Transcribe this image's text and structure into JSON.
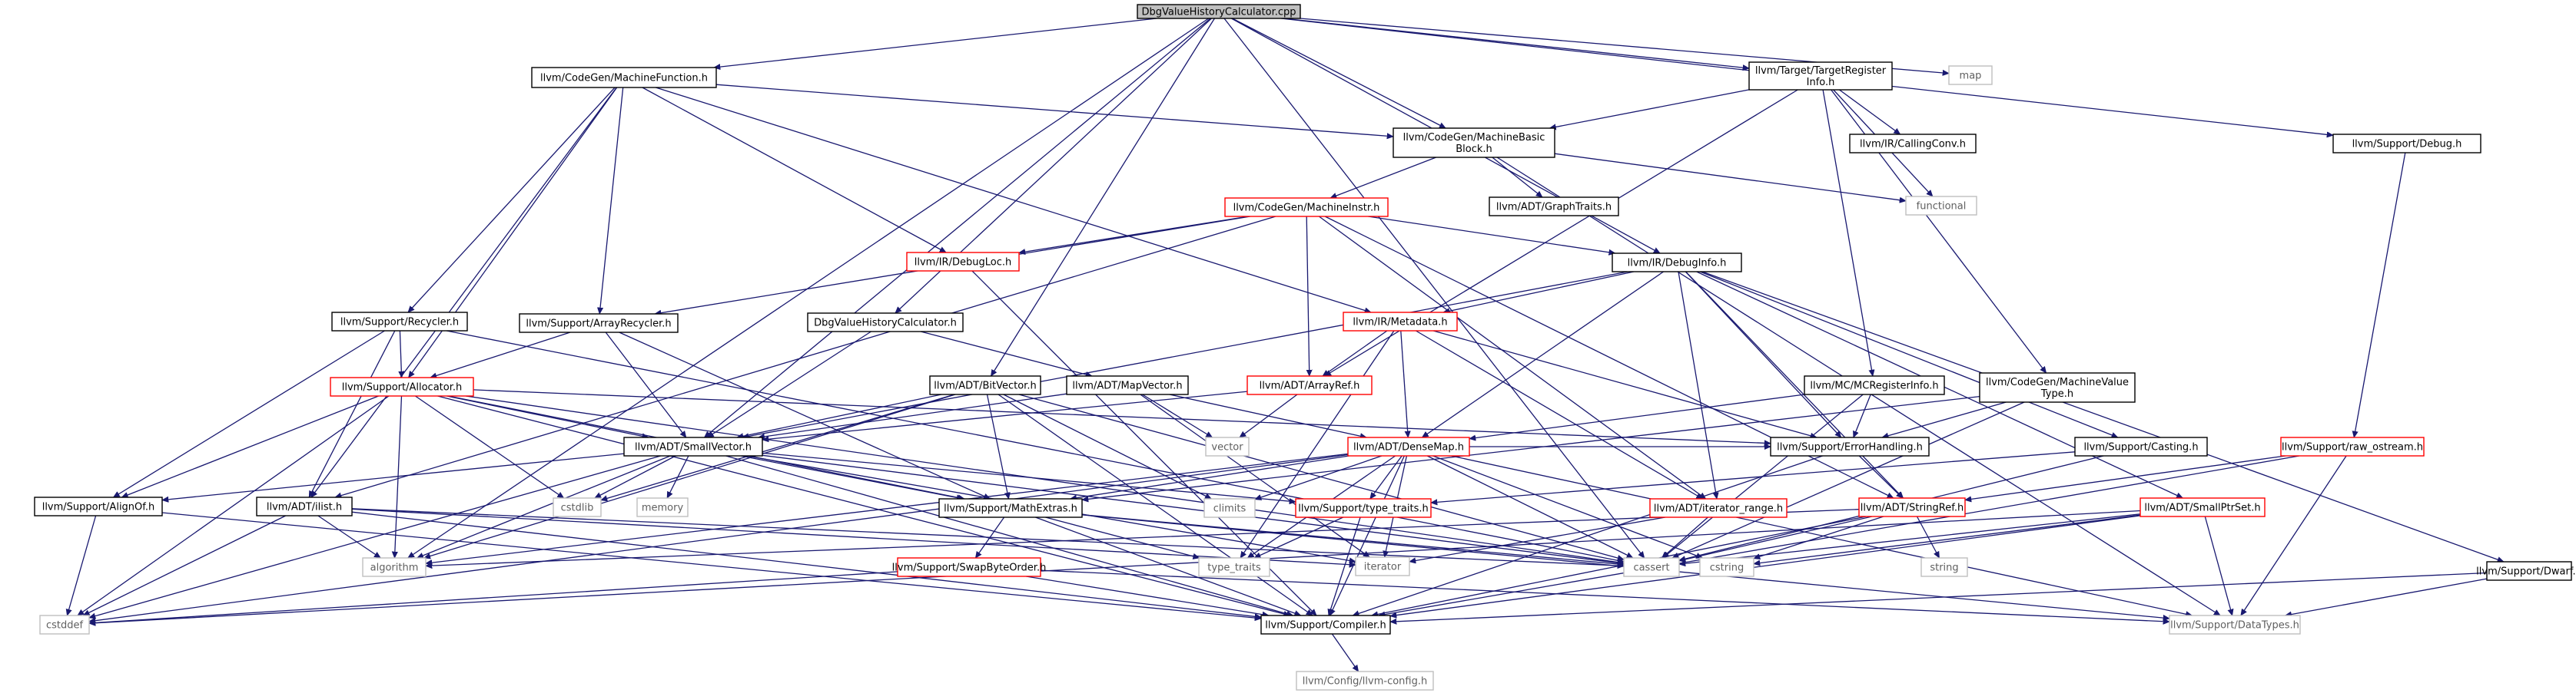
{
  "graph": {
    "colors": {
      "edge": "#191970",
      "root_fill": "#bfbfbf",
      "black": "#000000",
      "red": "#ff0000",
      "gray": "#bfbfbf",
      "text": "#000000",
      "gray_text": "#5f5f5f"
    },
    "nodes": [
      {
        "id": "root",
        "lines": [
          "DbgValueHistoryCalculator.cpp"
        ],
        "style": "root"
      },
      {
        "id": "mf",
        "lines": [
          "llvm/CodeGen/MachineFunction.h"
        ],
        "style": "black"
      },
      {
        "id": "tri",
        "lines": [
          "llvm/Target/TargetRegister",
          "Info.h"
        ],
        "style": "black"
      },
      {
        "id": "map",
        "lines": [
          "map"
        ],
        "style": "gray"
      },
      {
        "id": "dbg",
        "lines": [
          "llvm/Support/Debug.h"
        ],
        "style": "black"
      },
      {
        "id": "mbb",
        "lines": [
          "llvm/CodeGen/MachineBasic",
          "Block.h"
        ],
        "style": "black"
      },
      {
        "id": "cc",
        "lines": [
          "llvm/IR/CallingConv.h"
        ],
        "style": "black"
      },
      {
        "id": "functional",
        "lines": [
          "functional"
        ],
        "style": "gray"
      },
      {
        "id": "gt",
        "lines": [
          "llvm/ADT/GraphTraits.h"
        ],
        "style": "black"
      },
      {
        "id": "mi",
        "lines": [
          "llvm/CodeGen/MachineInstr.h"
        ],
        "style": "red"
      },
      {
        "id": "dl",
        "lines": [
          "llvm/IR/DebugLoc.h"
        ],
        "style": "red"
      },
      {
        "id": "di",
        "lines": [
          "llvm/IR/DebugInfo.h"
        ],
        "style": "black"
      },
      {
        "id": "rec",
        "lines": [
          "llvm/Support/Recycler.h"
        ],
        "style": "black"
      },
      {
        "id": "arec",
        "lines": [
          "llvm/Support/ArrayRecycler.h"
        ],
        "style": "black"
      },
      {
        "id": "dvhc",
        "lines": [
          "DbgValueHistoryCalculator.h"
        ],
        "style": "black"
      },
      {
        "id": "md",
        "lines": [
          "llvm/IR/Metadata.h"
        ],
        "style": "red"
      },
      {
        "id": "alloc",
        "lines": [
          "llvm/Support/Allocator.h"
        ],
        "style": "red"
      },
      {
        "id": "bv",
        "lines": [
          "llvm/ADT/BitVector.h"
        ],
        "style": "black"
      },
      {
        "id": "mv",
        "lines": [
          "llvm/ADT/MapVector.h"
        ],
        "style": "black"
      },
      {
        "id": "ar",
        "lines": [
          "llvm/ADT/ArrayRef.h"
        ],
        "style": "red"
      },
      {
        "id": "mcri",
        "lines": [
          "llvm/MC/MCRegisterInfo.h"
        ],
        "style": "black"
      },
      {
        "id": "mvt",
        "lines": [
          "llvm/CodeGen/MachineValue",
          "Type.h"
        ],
        "style": "black"
      },
      {
        "id": "vector",
        "lines": [
          "vector"
        ],
        "style": "gray"
      },
      {
        "id": "sv",
        "lines": [
          "llvm/ADT/SmallVector.h"
        ],
        "style": "black"
      },
      {
        "id": "dm",
        "lines": [
          "llvm/ADT/DenseMap.h"
        ],
        "style": "red"
      },
      {
        "id": "eh",
        "lines": [
          "llvm/Support/ErrorHandling.h"
        ],
        "style": "black"
      },
      {
        "id": "cast",
        "lines": [
          "llvm/Support/Casting.h"
        ],
        "style": "black"
      },
      {
        "id": "ro",
        "lines": [
          "llvm/Support/raw_ostream.h"
        ],
        "style": "red"
      },
      {
        "id": "alignof",
        "lines": [
          "llvm/Support/AlignOf.h"
        ],
        "style": "black"
      },
      {
        "id": "ilist",
        "lines": [
          "llvm/ADT/ilist.h"
        ],
        "style": "black"
      },
      {
        "id": "cstdlib",
        "lines": [
          "cstdlib"
        ],
        "style": "gray"
      },
      {
        "id": "memory",
        "lines": [
          "memory"
        ],
        "style": "gray"
      },
      {
        "id": "me",
        "lines": [
          "llvm/Support/MathExtras.h"
        ],
        "style": "black"
      },
      {
        "id": "climits",
        "lines": [
          "climits"
        ],
        "style": "gray"
      },
      {
        "id": "tt",
        "lines": [
          "llvm/Support/type_traits.h"
        ],
        "style": "red"
      },
      {
        "id": "ir",
        "lines": [
          "llvm/ADT/iterator_range.h"
        ],
        "style": "red"
      },
      {
        "id": "sr",
        "lines": [
          "llvm/ADT/StringRef.h"
        ],
        "style": "red"
      },
      {
        "id": "sps",
        "lines": [
          "llvm/ADT/SmallPtrSet.h"
        ],
        "style": "red"
      },
      {
        "id": "dwarf",
        "lines": [
          "llvm/Support/Dwarf.h"
        ],
        "style": "black"
      },
      {
        "id": "algorithm",
        "lines": [
          "algorithm"
        ],
        "style": "gray"
      },
      {
        "id": "type_traits",
        "lines": [
          "type_traits"
        ],
        "style": "gray"
      },
      {
        "id": "iterator",
        "lines": [
          "iterator"
        ],
        "style": "gray"
      },
      {
        "id": "cassert",
        "lines": [
          "cassert"
        ],
        "style": "gray"
      },
      {
        "id": "cstring",
        "lines": [
          "cstring"
        ],
        "style": "gray"
      },
      {
        "id": "string",
        "lines": [
          "string"
        ],
        "style": "gray"
      },
      {
        "id": "sbo",
        "lines": [
          "llvm/Support/SwapByteOrder.h"
        ],
        "style": "red"
      },
      {
        "id": "cstddef",
        "lines": [
          "cstddef"
        ],
        "style": "gray"
      },
      {
        "id": "comp",
        "lines": [
          "llvm/Support/Compiler.h"
        ],
        "style": "black"
      },
      {
        "id": "dt",
        "lines": [
          "llvm/Support/DataTypes.h"
        ],
        "style": "gray"
      },
      {
        "id": "cfg",
        "lines": [
          "llvm/Config/llvm-config.h"
        ],
        "style": "gray"
      }
    ],
    "edges": [
      [
        "root",
        "mf"
      ],
      [
        "root",
        "tri"
      ],
      [
        "root",
        "map"
      ],
      [
        "root",
        "dbg"
      ],
      [
        "root",
        "mbb"
      ],
      [
        "root",
        "di"
      ],
      [
        "root",
        "dvhc"
      ],
      [
        "root",
        "bv"
      ],
      [
        "root",
        "sv"
      ],
      [
        "root",
        "algorithm"
      ],
      [
        "root",
        "cassert"
      ],
      [
        "mf",
        "mbb"
      ],
      [
        "mf",
        "dl"
      ],
      [
        "mf",
        "md"
      ],
      [
        "mf",
        "rec"
      ],
      [
        "mf",
        "arec"
      ],
      [
        "mf",
        "alloc"
      ],
      [
        "mf",
        "ilist"
      ],
      [
        "tri",
        "mbb"
      ],
      [
        "tri",
        "cc"
      ],
      [
        "tri",
        "functional"
      ],
      [
        "tri",
        "ar"
      ],
      [
        "tri",
        "mcri"
      ],
      [
        "tri",
        "mvt"
      ],
      [
        "dbg",
        "ro"
      ],
      [
        "mbb",
        "functional"
      ],
      [
        "mbb",
        "gt"
      ],
      [
        "mbb",
        "mi"
      ],
      [
        "mbb",
        "dt"
      ],
      [
        "mi",
        "dl"
      ],
      [
        "mi",
        "di"
      ],
      [
        "mi",
        "arec"
      ],
      [
        "mi",
        "ar"
      ],
      [
        "mi",
        "ilist"
      ],
      [
        "mi",
        "ir"
      ],
      [
        "mi",
        "sr"
      ],
      [
        "dl",
        "comp"
      ],
      [
        "di",
        "md"
      ],
      [
        "di",
        "sv"
      ],
      [
        "di",
        "dm"
      ],
      [
        "di",
        "eh"
      ],
      [
        "di",
        "cast"
      ],
      [
        "di",
        "ir"
      ],
      [
        "di",
        "sr"
      ],
      [
        "di",
        "sps"
      ],
      [
        "di",
        "dwarf"
      ],
      [
        "rec",
        "alloc"
      ],
      [
        "rec",
        "alignof"
      ],
      [
        "rec",
        "ilist"
      ],
      [
        "rec",
        "cassert"
      ],
      [
        "arec",
        "alloc"
      ],
      [
        "arec",
        "sv"
      ],
      [
        "arec",
        "me"
      ],
      [
        "dvhc",
        "mv"
      ],
      [
        "dvhc",
        "sv"
      ],
      [
        "md",
        "ar"
      ],
      [
        "md",
        "dm"
      ],
      [
        "md",
        "eh"
      ],
      [
        "md",
        "ir"
      ],
      [
        "md",
        "type_traits"
      ],
      [
        "alloc",
        "sv"
      ],
      [
        "alloc",
        "alignof"
      ],
      [
        "alloc",
        "eh"
      ],
      [
        "alloc",
        "me"
      ],
      [
        "alloc",
        "cstdlib"
      ],
      [
        "alloc",
        "cstddef"
      ],
      [
        "alloc",
        "algorithm"
      ],
      [
        "alloc",
        "cassert"
      ],
      [
        "alloc",
        "comp"
      ],
      [
        "bv",
        "sv"
      ],
      [
        "bv",
        "me"
      ],
      [
        "bv",
        "climits"
      ],
      [
        "bv",
        "cstdlib"
      ],
      [
        "bv",
        "algorithm"
      ],
      [
        "bv",
        "cassert"
      ],
      [
        "bv",
        "comp"
      ],
      [
        "mv",
        "sv"
      ],
      [
        "mv",
        "dm"
      ],
      [
        "mv",
        "vector"
      ],
      [
        "mv",
        "iterator"
      ],
      [
        "ar",
        "sv"
      ],
      [
        "ar",
        "vector"
      ],
      [
        "mcri",
        "dm"
      ],
      [
        "mcri",
        "eh"
      ],
      [
        "mcri",
        "cassert"
      ],
      [
        "mvt",
        "eh"
      ],
      [
        "mvt",
        "me"
      ],
      [
        "mvt",
        "cassert"
      ],
      [
        "sv",
        "alignof"
      ],
      [
        "sv",
        "me"
      ],
      [
        "sv",
        "tt"
      ],
      [
        "sv",
        "cstdlib"
      ],
      [
        "sv",
        "memory"
      ],
      [
        "sv",
        "algorithm"
      ],
      [
        "sv",
        "cassert"
      ],
      [
        "sv",
        "cstddef"
      ],
      [
        "sv",
        "iterator"
      ],
      [
        "sv",
        "comp"
      ],
      [
        "dm",
        "eh"
      ],
      [
        "dm",
        "me"
      ],
      [
        "dm",
        "tt"
      ],
      [
        "dm",
        "climits"
      ],
      [
        "dm",
        "iterator"
      ],
      [
        "dm",
        "type_traits"
      ],
      [
        "dm",
        "cassert"
      ],
      [
        "dm",
        "cstddef"
      ],
      [
        "dm",
        "cstring"
      ],
      [
        "dm",
        "algorithm"
      ],
      [
        "dm",
        "comp"
      ],
      [
        "dm",
        "dt"
      ],
      [
        "eh",
        "sr"
      ],
      [
        "eh",
        "comp"
      ],
      [
        "cast",
        "tt"
      ],
      [
        "cast",
        "cassert"
      ],
      [
        "ro",
        "sr"
      ],
      [
        "ro",
        "comp"
      ],
      [
        "ro",
        "dt"
      ],
      [
        "alignof",
        "cstddef"
      ],
      [
        "alignof",
        "comp"
      ],
      [
        "ilist",
        "iterator"
      ],
      [
        "ilist",
        "algorithm"
      ],
      [
        "ilist",
        "cassert"
      ],
      [
        "ilist",
        "cstddef"
      ],
      [
        "ilist",
        "comp"
      ],
      [
        "me",
        "sbo"
      ],
      [
        "me",
        "type_traits"
      ],
      [
        "me",
        "cassert"
      ],
      [
        "me",
        "comp"
      ],
      [
        "me",
        "dt"
      ],
      [
        "tt",
        "type_traits"
      ],
      [
        "tt",
        "comp"
      ],
      [
        "ir",
        "iterator"
      ],
      [
        "ir",
        "cassert"
      ],
      [
        "sr",
        "algorithm"
      ],
      [
        "sr",
        "cassert"
      ],
      [
        "sr",
        "cstring"
      ],
      [
        "sr",
        "string"
      ],
      [
        "sr",
        "comp"
      ],
      [
        "sps",
        "cassert"
      ],
      [
        "sps",
        "cstddef"
      ],
      [
        "sps",
        "cstring"
      ],
      [
        "sps",
        "comp"
      ],
      [
        "sps",
        "dt"
      ],
      [
        "dwarf",
        "comp"
      ],
      [
        "dwarf",
        "dt"
      ],
      [
        "sbo",
        "cstddef"
      ],
      [
        "sbo",
        "comp"
      ],
      [
        "sbo",
        "dt"
      ],
      [
        "comp",
        "cfg"
      ]
    ]
  }
}
